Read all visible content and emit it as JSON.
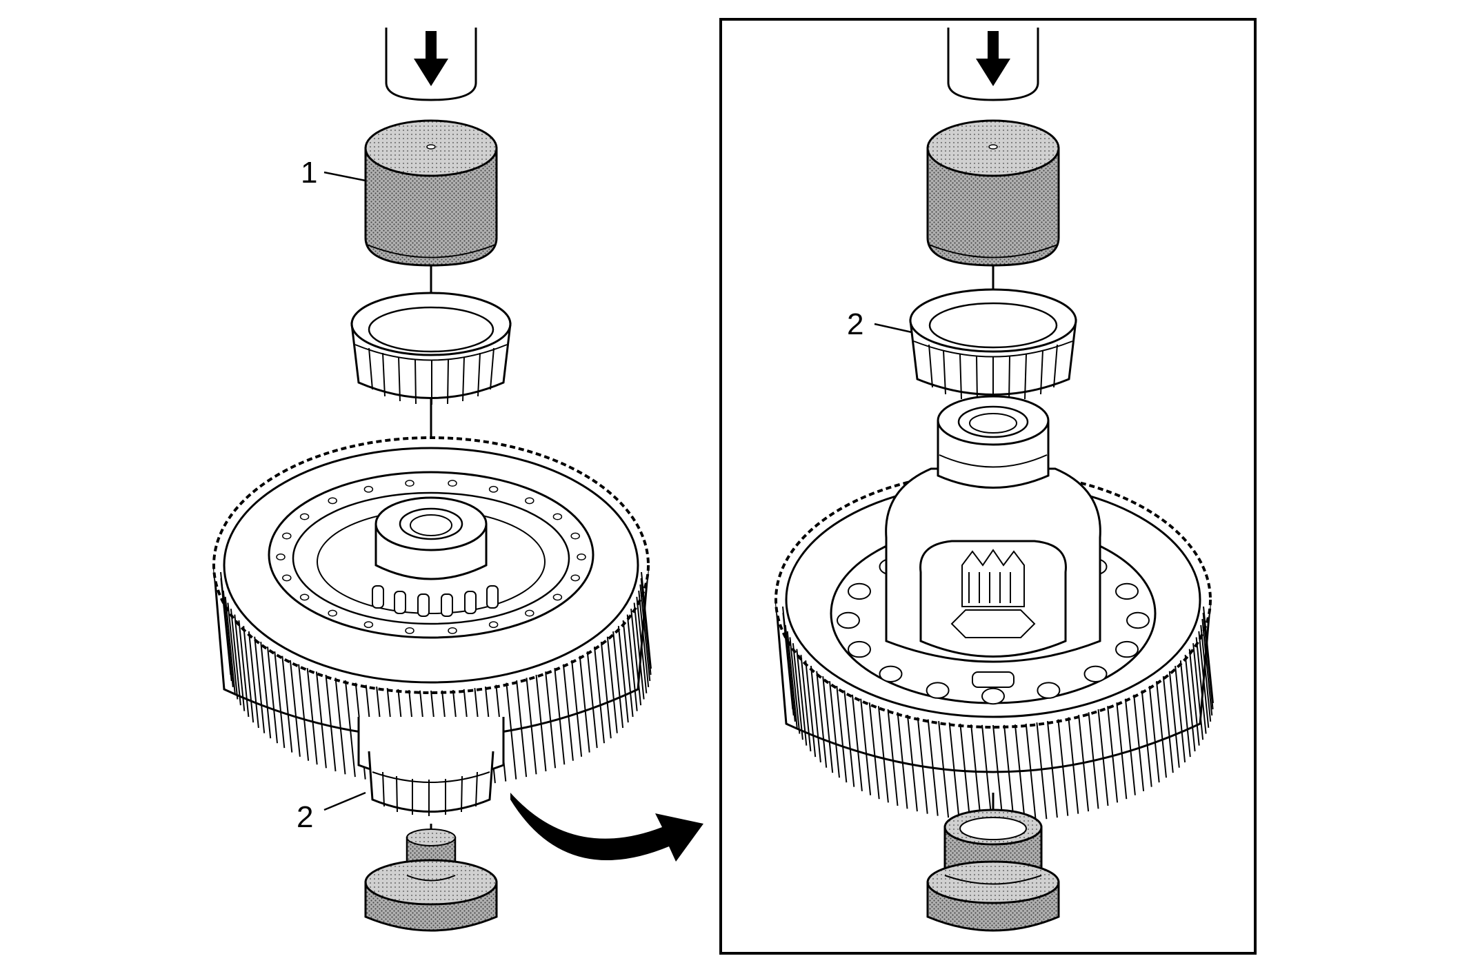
{
  "figure": {
    "callouts": {
      "left_tool": "1",
      "left_bearing": "2",
      "right_bearing": "2"
    },
    "icons": {
      "press_arrow": "down-arrow-icon",
      "transition_arrow": "curved-arrow-icon"
    },
    "colors": {
      "line": "#000000",
      "background": "#ffffff",
      "stipple": "#8a8a8a"
    }
  }
}
